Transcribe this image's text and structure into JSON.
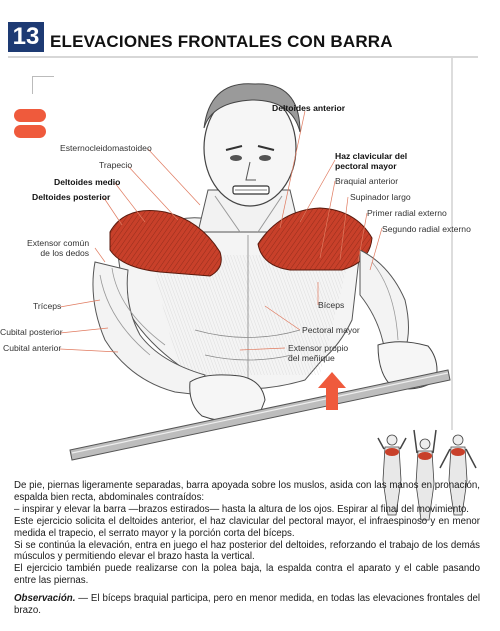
{
  "header": {
    "number": "13",
    "title": "ELEVACIONES FRONTALES CON BARRA"
  },
  "colors": {
    "badge": "#1d3a73",
    "muscle_highlight": "#c8402a",
    "arrow": "#ef5a3c",
    "pills": "#ef5a3c"
  },
  "icons": [
    "red-pill-icon",
    "red-pill-icon",
    "up-arrow-icon"
  ],
  "labels": {
    "deltoides_anterior": "Deltoides anterior",
    "esternocleidomastoideo": "Esternocleidomastoideo",
    "trapecio": "Trapecio",
    "deltoides_medio": "Deltoides medio",
    "deltoides_posterior": "Deltoides posterior",
    "extensor_comun_1": "Extensor común",
    "extensor_comun_2": "de los dedos",
    "triceps": "Tríceps",
    "cubital_posterior": "Cubital posterior",
    "cubital_anterior": "Cubital anterior",
    "haz_clavicular_1": "Haz clavicular del",
    "haz_clavicular_2": "pectoral mayor",
    "braquial_anterior": "Braquial anterior",
    "supinador_largo": "Supinador largo",
    "primer_radial": "Primer radial externo",
    "segundo_radial": "Segundo radial externo",
    "biceps": "Bíceps",
    "pectoral_mayor": "Pectoral mayor",
    "extensor_propio_1": "Extensor propio",
    "extensor_propio_2": "del meñique"
  },
  "description": {
    "p1": "De pie, piernas ligeramente separadas, barra apoyada sobre los muslos, asida con las manos en pronación, espalda bien recta, abdominales contraídos:",
    "p2": "– inspirar y elevar la barra —brazos estirados— hasta la altura de los ojos. Espirar al final del movimiento.",
    "p3": "Este ejercicio solicita el deltoides anterior, el haz clavicular del pectoral mayor, el infraespinoso y en menor medida el trapecio, el serrato mayor y la porción corta del bíceps.",
    "p4": "Si se continúa la elevación, entra en juego el haz posterior del deltoides, reforzando el trabajo de los demás músculos y permitiendo elevar el brazo hasta la vertical.",
    "p5": "El ejercicio también puede realizarse con la polea baja, la espalda contra el aparato y el cable pasando entre las piernas.",
    "obs_label": "Observación.",
    "obs_text": " — El bíceps braquial participa, pero en menor medida, en todas las elevaciones frontales del brazo."
  }
}
